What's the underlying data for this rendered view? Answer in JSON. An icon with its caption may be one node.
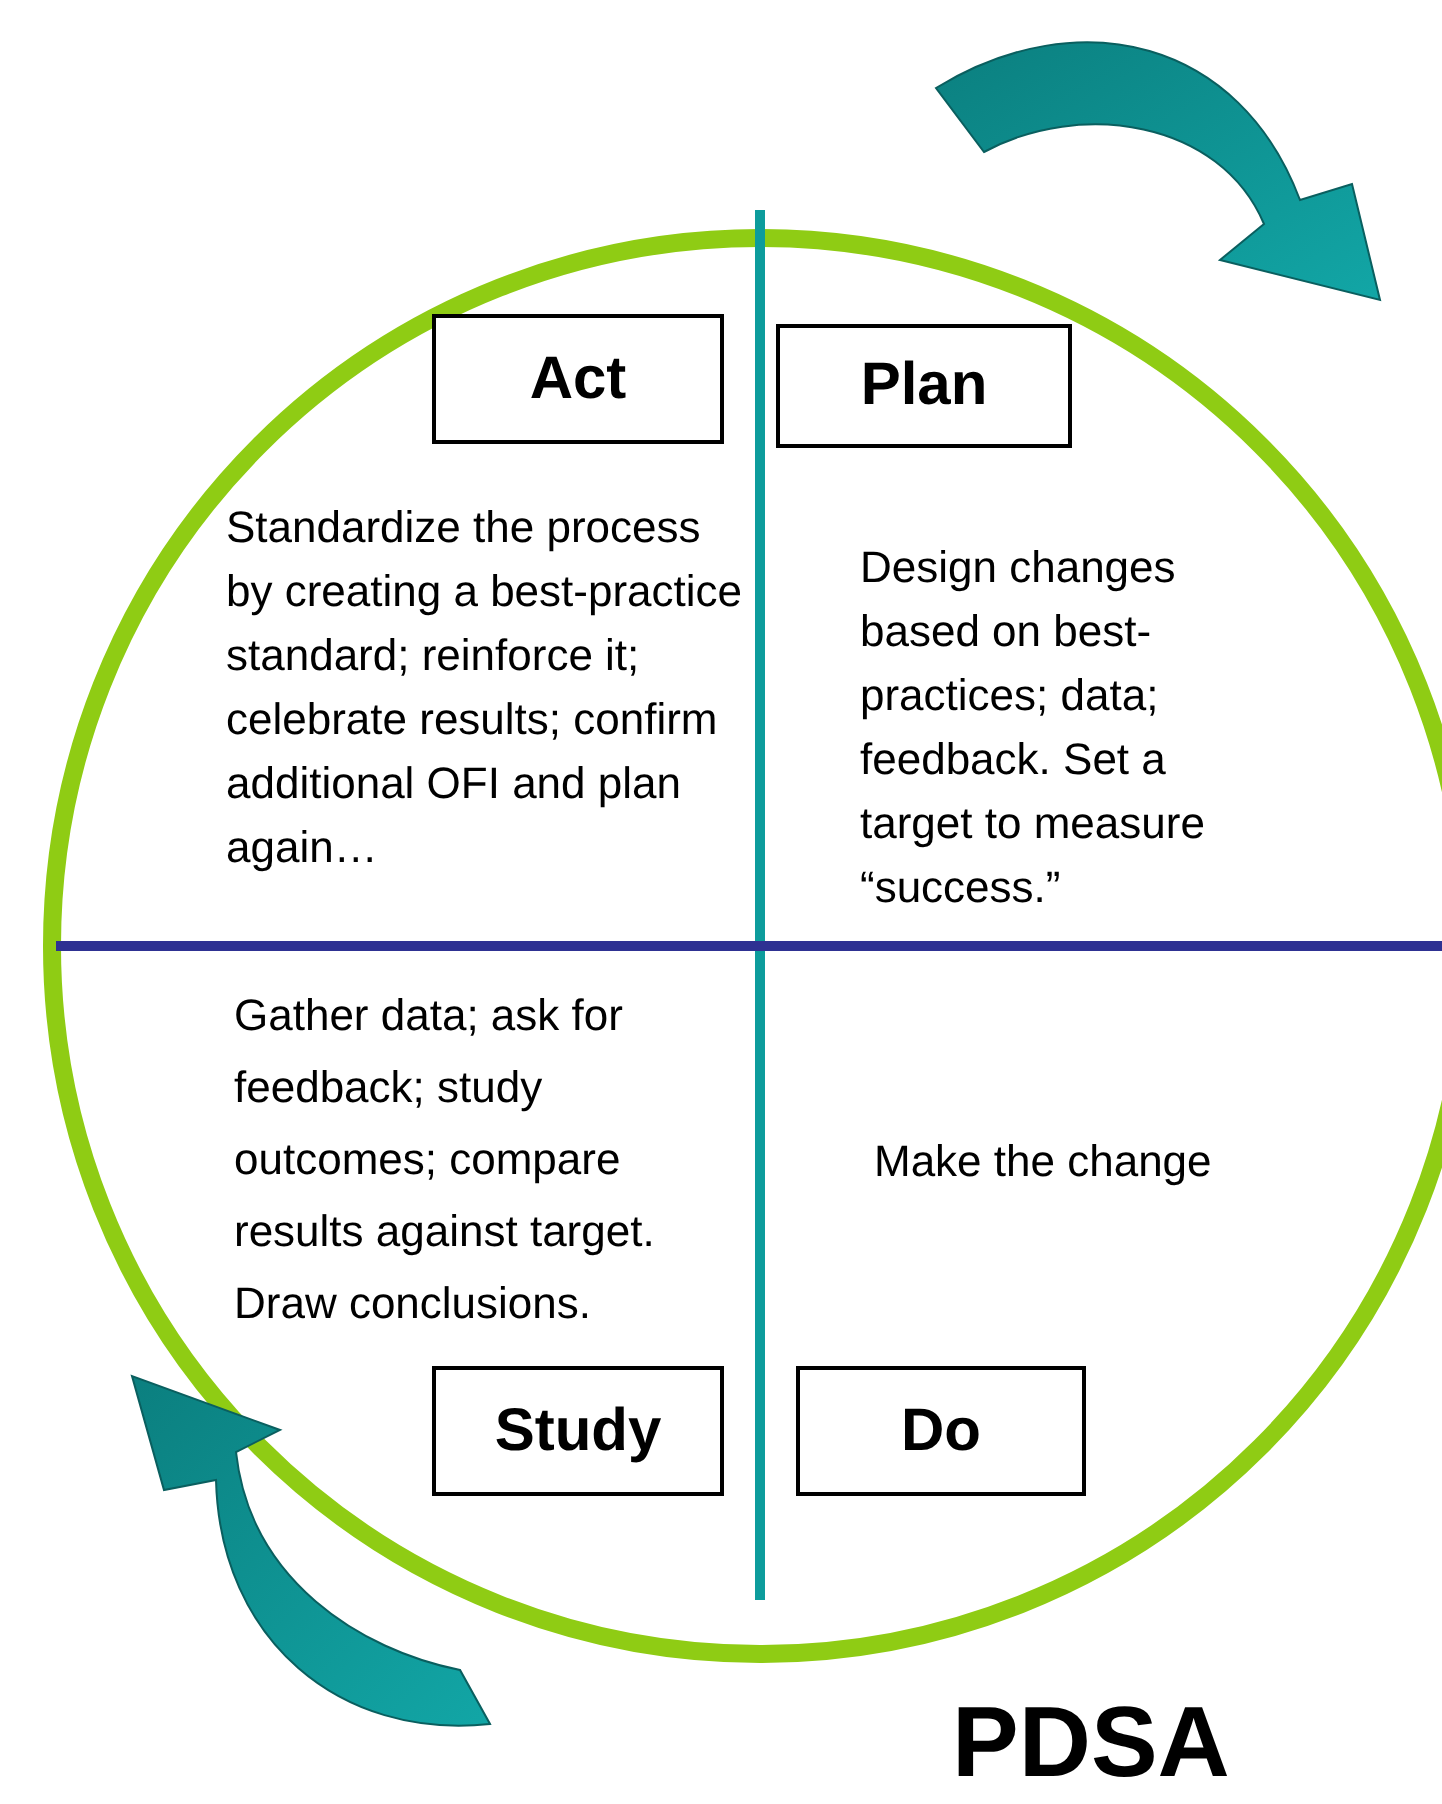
{
  "diagram": {
    "title": "PDSA",
    "nodes": [
      {
        "text": [
          "Act"
        ]
      },
      {
        "text": [
          "Plan"
        ]
      },
      {
        "text": [
          "Study"
        ]
      },
      {
        "text": [
          "Do"
        ]
      }
    ],
    "labels": [
      "Standardize the process by creating a best-practice standard; reinforce it; celebrate results; confirm additional OFI and plan again…",
      "Design changes based on best-practices; data; feedback. Set a target to measure “success.”",
      "Gather data; ask for feedback; study outcomes; compare results against target. Draw conclusions.",
      "Make the change"
    ]
  }
}
